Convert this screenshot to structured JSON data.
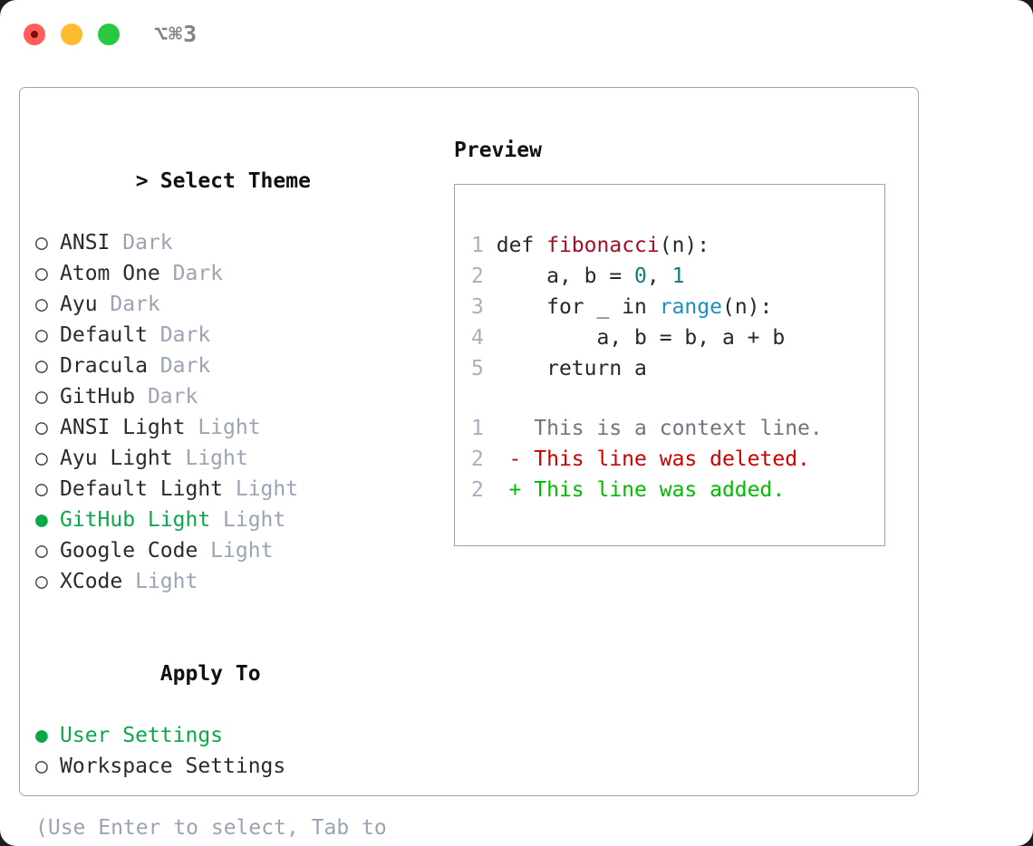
{
  "titlebar": {
    "shortcut": "⌥⌘3",
    "lights": [
      "close-red",
      "minimize-yellow",
      "zoom-green"
    ]
  },
  "theme_section": {
    "caret": ">",
    "heading": "Select Theme",
    "focused": true,
    "bullet_selected": "●",
    "bullet_unselected": "○",
    "items": [
      {
        "name": "ANSI",
        "tag": "Dark",
        "selected": false
      },
      {
        "name": "Atom One",
        "tag": "Dark",
        "selected": false
      },
      {
        "name": "Ayu",
        "tag": "Dark",
        "selected": false
      },
      {
        "name": "Default",
        "tag": "Dark",
        "selected": false
      },
      {
        "name": "Dracula",
        "tag": "Dark",
        "selected": false
      },
      {
        "name": "GitHub",
        "tag": "Dark",
        "selected": false
      },
      {
        "name": "ANSI Light",
        "tag": "Light",
        "selected": false
      },
      {
        "name": "Ayu Light",
        "tag": "Light",
        "selected": false
      },
      {
        "name": "Default Light",
        "tag": "Light",
        "selected": false
      },
      {
        "name": "GitHub Light",
        "tag": "Light",
        "selected": true
      },
      {
        "name": "Google Code",
        "tag": "Light",
        "selected": false
      },
      {
        "name": "XCode",
        "tag": "Light",
        "selected": false
      }
    ]
  },
  "apply_section": {
    "heading": "Apply To",
    "focused": false,
    "items": [
      {
        "name": "User Settings",
        "selected": true
      },
      {
        "name": "Workspace Settings",
        "selected": false
      }
    ]
  },
  "hint": "(Use Enter to select, Tab to\nchange focus)",
  "preview": {
    "title": "Preview",
    "code_lines": [
      {
        "n": "1",
        "tokens": [
          {
            "t": "def ",
            "k": "plain"
          },
          {
            "t": "fibonacci",
            "k": "func"
          },
          {
            "t": "(n):",
            "k": "plain"
          }
        ]
      },
      {
        "n": "2",
        "tokens": [
          {
            "t": "    a, b = ",
            "k": "plain"
          },
          {
            "t": "0",
            "k": "num"
          },
          {
            "t": ", ",
            "k": "plain"
          },
          {
            "t": "1",
            "k": "num"
          }
        ]
      },
      {
        "n": "3",
        "tokens": [
          {
            "t": "    for _ in ",
            "k": "plain"
          },
          {
            "t": "range",
            "k": "kw"
          },
          {
            "t": "(n):",
            "k": "plain"
          }
        ]
      },
      {
        "n": "4",
        "tokens": [
          {
            "t": "        a, b = b, a + b",
            "k": "plain"
          }
        ]
      },
      {
        "n": "5",
        "tokens": [
          {
            "t": "    return a",
            "k": "plain"
          }
        ]
      }
    ],
    "diff_lines": [
      {
        "n": "1",
        "marker": " ",
        "text": " This is a context line.",
        "kind": "ctx"
      },
      {
        "n": "2",
        "marker": "-",
        "text": " This line was deleted.",
        "kind": "del"
      },
      {
        "n": "2",
        "marker": "+",
        "text": " This line was added.",
        "kind": "add"
      }
    ]
  },
  "colors": {
    "selected_green": "#0ba84a",
    "muted": "#9aa4b2",
    "border": "#9aa4b2",
    "diff_add": "#00bb00",
    "diff_del": "#cc0000",
    "syntax_func": "#a01020",
    "syntax_num": "#0f7c7c",
    "syntax_kw": "#1a8fc4"
  }
}
